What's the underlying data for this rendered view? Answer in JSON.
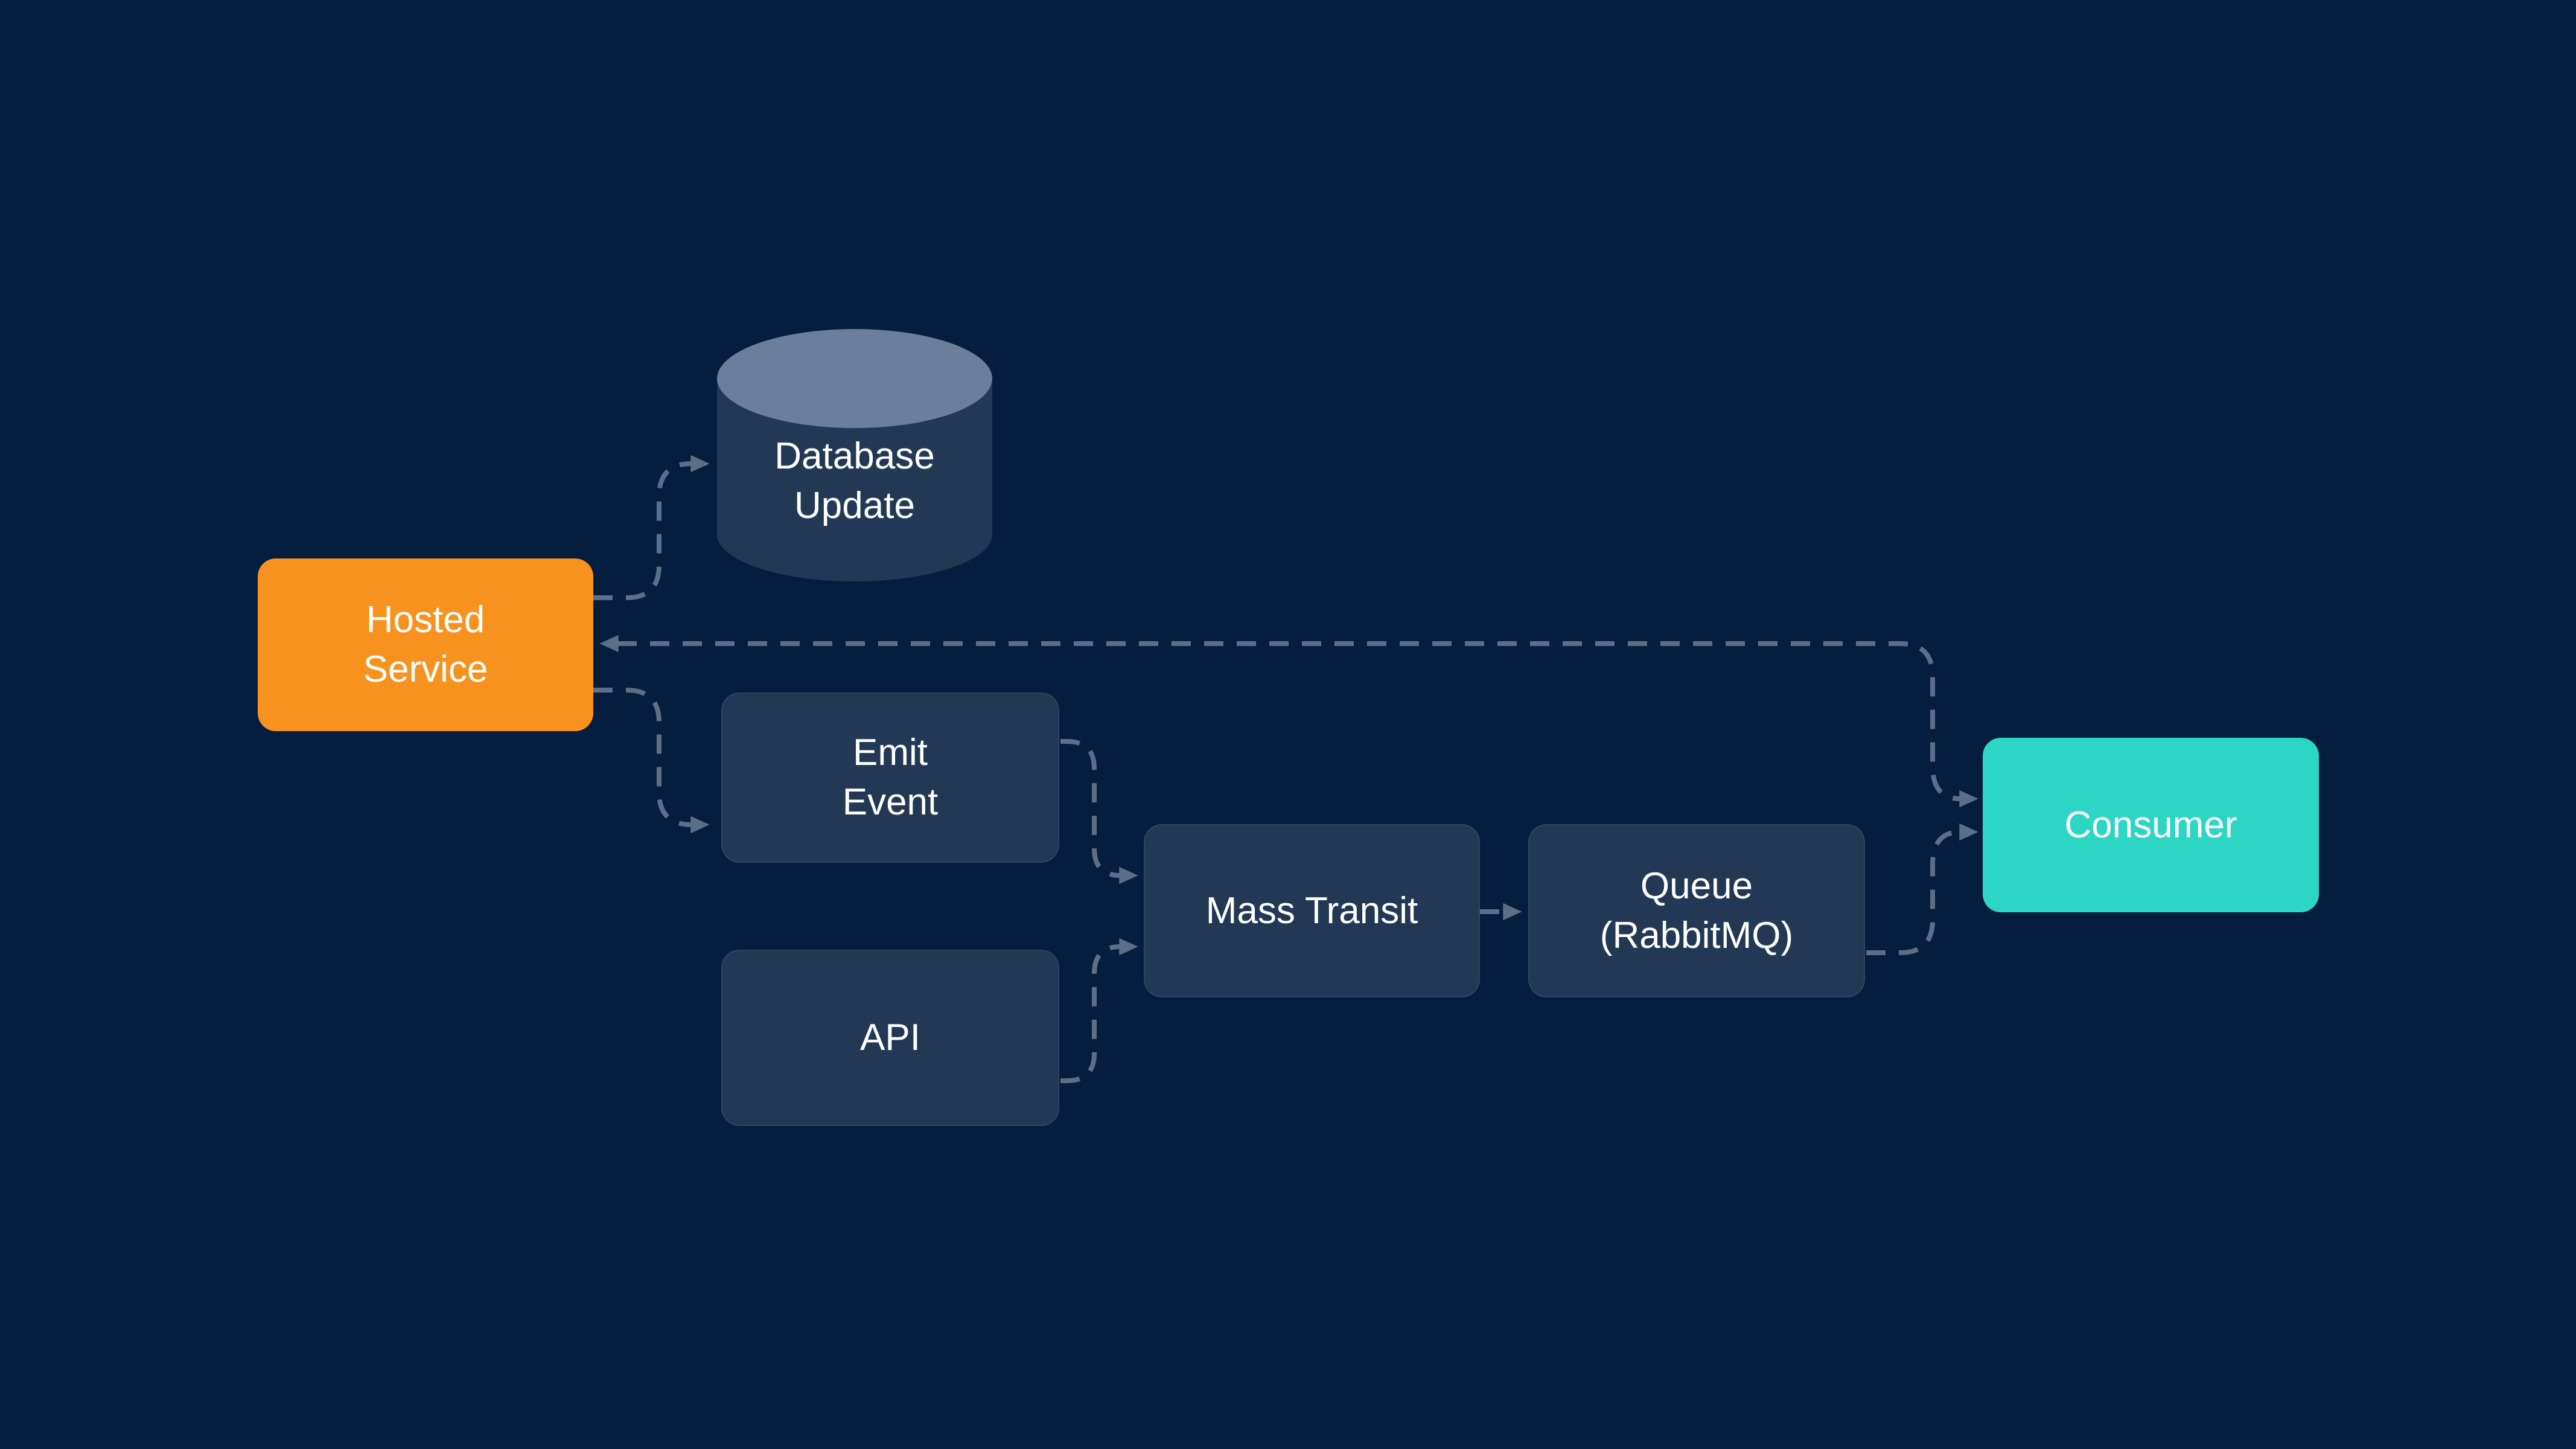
{
  "theme": {
    "background": "#051E40",
    "node_fill": "#233855",
    "node_border": "#2D4464",
    "cylinder_top": "#6B7E9C",
    "connector": "#5D6E88",
    "accent_orange": "#F8921F",
    "accent_teal": "#2CD5C4",
    "text": "#FFFFFF"
  },
  "nodes": {
    "hosted_service": {
      "line1": "Hosted",
      "line2": "Service"
    },
    "database_update": {
      "line1": "Database",
      "line2": "Update"
    },
    "emit_event": {
      "line1": "Emit",
      "line2": "Event"
    },
    "api": {
      "line1": "API"
    },
    "mass_transit": {
      "line1": "Mass Transit"
    },
    "queue_rabbitmq": {
      "line1": "Queue",
      "line2": "(RabbitMQ)"
    },
    "consumer": {
      "line1": "Consumer"
    }
  },
  "edges": [
    {
      "id": "hosted-service-to-database-update",
      "from": "hosted_service",
      "to": "database_update",
      "style": "dashed",
      "arrow": "end"
    },
    {
      "id": "hosted-service-to-emit-event",
      "from": "hosted_service",
      "to": "emit_event",
      "style": "dashed",
      "arrow": "end"
    },
    {
      "id": "emit-event-to-mass-transit",
      "from": "emit_event",
      "to": "mass_transit",
      "style": "dashed",
      "arrow": "end"
    },
    {
      "id": "api-to-mass-transit",
      "from": "api",
      "to": "mass_transit",
      "style": "dashed",
      "arrow": "end"
    },
    {
      "id": "mass-transit-to-queue",
      "from": "mass_transit",
      "to": "queue_rabbitmq",
      "style": "dashed",
      "arrow": "end"
    },
    {
      "id": "queue-to-consumer",
      "from": "queue_rabbitmq",
      "to": "consumer",
      "style": "dashed",
      "arrow": "end"
    },
    {
      "id": "consumer-hosted-service-feedback",
      "from": "consumer",
      "to": "hosted_service",
      "style": "dashed",
      "arrow": "both"
    }
  ]
}
